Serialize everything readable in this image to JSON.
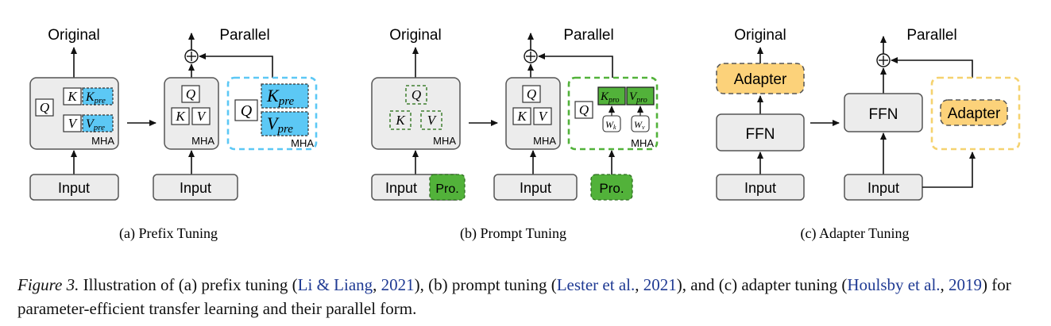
{
  "panels": [
    {
      "original_label": "Original",
      "parallel_label": "Parallel",
      "caption": "(a) Prefix Tuning",
      "mha": "MHA",
      "input": "Input",
      "q": "Q",
      "k": "K",
      "v": "V",
      "k_prefix_base": "K",
      "v_prefix_base": "V",
      "prefix_sub": "pre"
    },
    {
      "original_label": "Original",
      "parallel_label": "Parallel",
      "caption": "(b) Prompt Tuning",
      "mha": "MHA",
      "input": "Input",
      "prompt": "Pro.",
      "q": "Q",
      "k": "K",
      "v": "V",
      "k_pro_base": "K",
      "v_pro_base": "V",
      "pro_sub": "pro",
      "wk_base": "W",
      "wk_sub": "k",
      "wv_base": "W",
      "wv_sub": "v"
    },
    {
      "original_label": "Original",
      "parallel_label": "Parallel",
      "caption": "(c) Adapter Tuning",
      "adapter": "Adapter",
      "ffn": "FFN",
      "input": "Input"
    }
  ],
  "caption": {
    "figure_label": "Figure 3.",
    "t1": " Illustration of (a) prefix tuning (",
    "c1": "Li & Liang",
    "t2": ", ",
    "c1y": "2021",
    "t3": "), (b) prompt tuning (",
    "c2": "Lester et al.",
    "t4": ", ",
    "c2y": "2021",
    "t5": "), and (c) adapter tuning (",
    "c3": "Houlsby et al.",
    "t6": ", ",
    "c3y": "2019",
    "t7": ") for parameter-efficient transfer learning and their parallel form."
  },
  "colors": {
    "block_fill": "#ececec",
    "block_stroke": "#555555",
    "prefix_blue": "#5cc8f5",
    "prompt_green": "#52b23a",
    "adapter_orange": "#fcd27a",
    "adapter_dash": "#f5d26f",
    "cite_blue": "#1f3a93"
  }
}
